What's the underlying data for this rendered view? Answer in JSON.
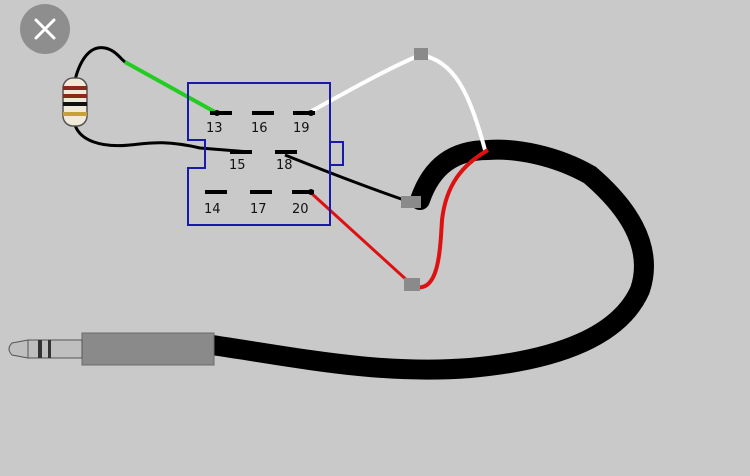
{
  "colors": {
    "background": "#c9c9c9",
    "connector_outline": "#1a1aa8",
    "wire_green": "#22cc22",
    "wire_white": "#ffffff",
    "wire_red": "#dd1111",
    "wire_black": "#000000",
    "plug_body": "#8a8a8a",
    "close_button": "#8e8e8e"
  },
  "toolbar": {
    "close_icon": "close-icon"
  },
  "connector": {
    "pins": [
      {
        "label": "13"
      },
      {
        "label": "16"
      },
      {
        "label": "19"
      },
      {
        "label": "15"
      },
      {
        "label": "18"
      },
      {
        "label": "14"
      },
      {
        "label": "17"
      },
      {
        "label": "20"
      }
    ]
  },
  "components": {
    "resistor_icon": "resistor-icon",
    "jack_icon": "audio-jack-plug-icon"
  }
}
